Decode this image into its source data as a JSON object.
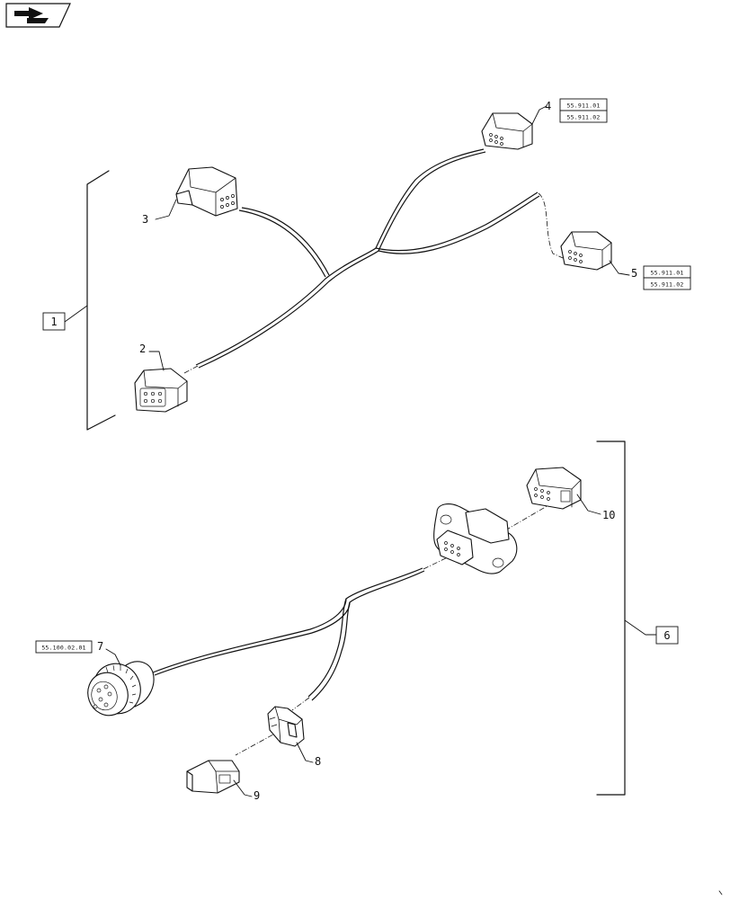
{
  "diagram": {
    "callouts": [
      {
        "id": "c1",
        "label": "1"
      },
      {
        "id": "c2",
        "label": "2"
      },
      {
        "id": "c3",
        "label": "3"
      },
      {
        "id": "c4",
        "label": "4"
      },
      {
        "id": "c5",
        "label": "5"
      },
      {
        "id": "c6",
        "label": "6"
      },
      {
        "id": "c7",
        "label": "7"
      },
      {
        "id": "c8",
        "label": "8"
      },
      {
        "id": "c9",
        "label": "9"
      },
      {
        "id": "c10",
        "label": "10"
      }
    ],
    "references": {
      "item4_ref1": "55.911.01",
      "item4_ref2": "55.911.02",
      "item5_ref1": "55.911.01",
      "item5_ref2": "55.911.02",
      "item7_ref1": "55.100.02.01"
    }
  }
}
